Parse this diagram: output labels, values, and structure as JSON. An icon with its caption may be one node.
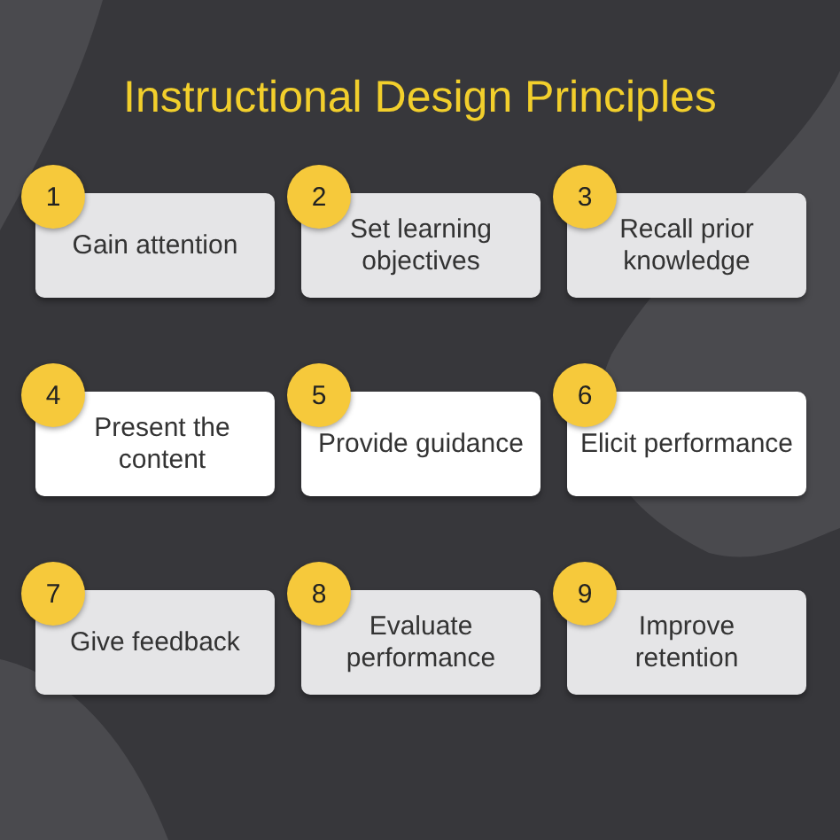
{
  "diagram": {
    "title": "Instructional Design Principles",
    "nodes": [
      {
        "text": [
          "1",
          "Gain attention"
        ]
      },
      {
        "text": [
          "2",
          "Set learning objectives"
        ]
      },
      {
        "text": [
          "3",
          "Recall prior knowledge"
        ]
      },
      {
        "text": [
          "4",
          "Present the content"
        ]
      },
      {
        "text": [
          "5",
          "Provide guidance"
        ]
      },
      {
        "text": [
          "6",
          "Elicit performance"
        ]
      },
      {
        "text": [
          "7",
          "Give feedback"
        ]
      },
      {
        "text": [
          "8",
          "Evaluate performance"
        ]
      },
      {
        "text": [
          "9",
          "Improve retention"
        ]
      }
    ],
    "edges": []
  }
}
